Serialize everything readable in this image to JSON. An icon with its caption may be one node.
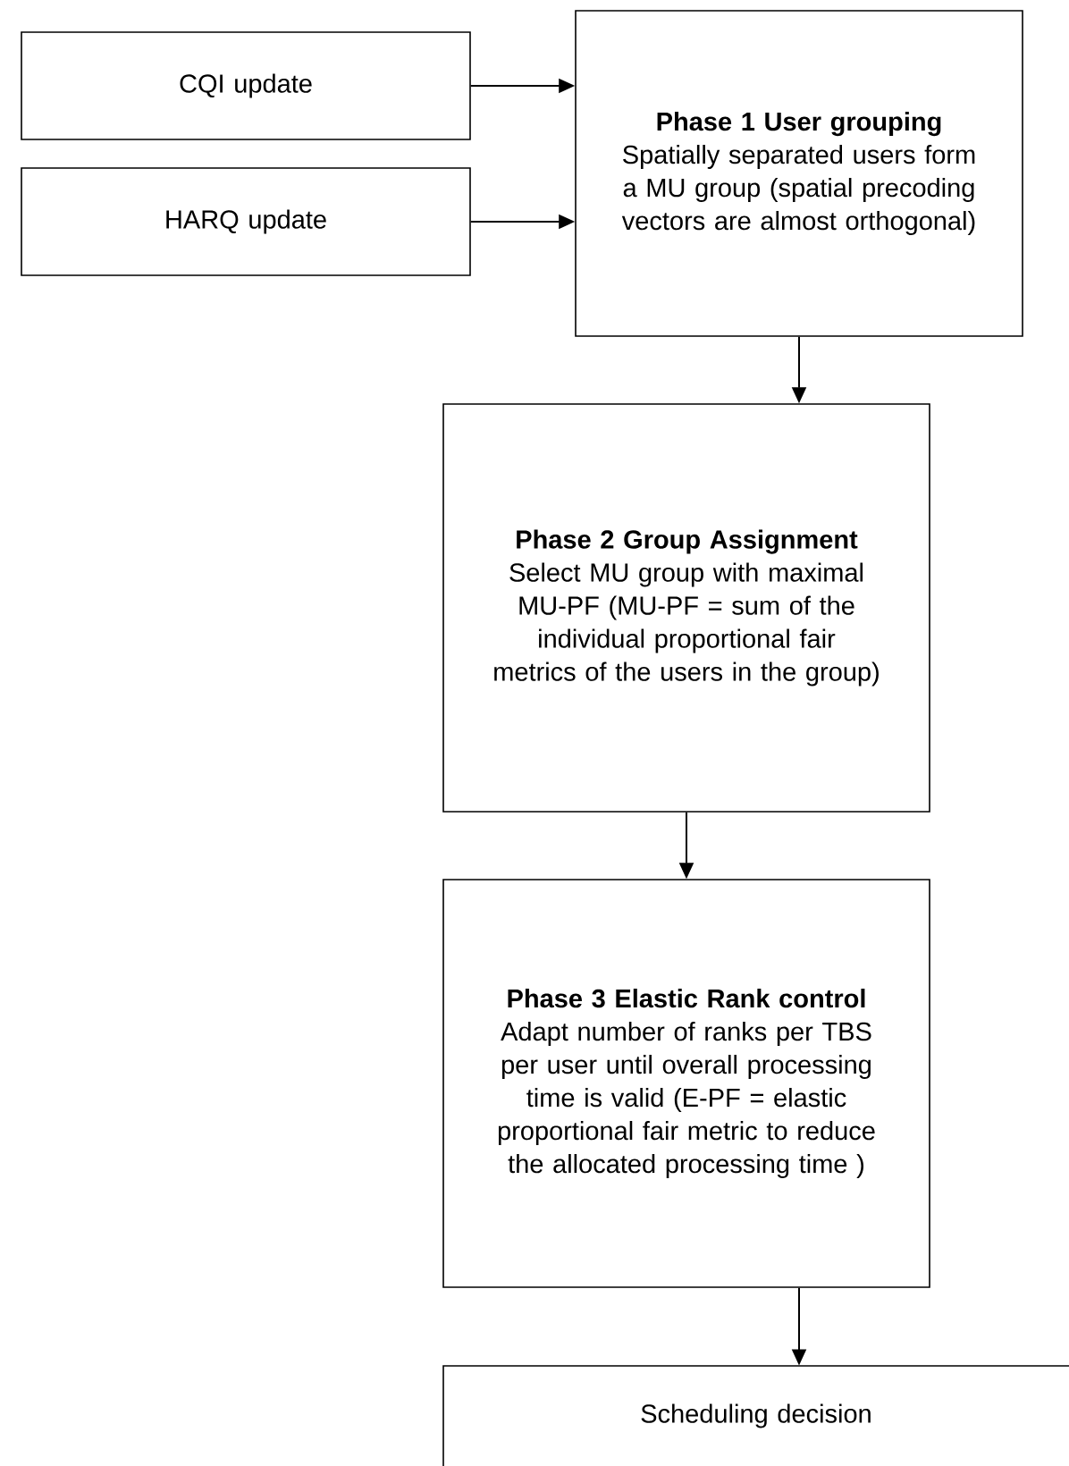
{
  "diagram": {
    "nodes": [
      {
        "text": [
          "CQI update"
        ]
      },
      {
        "text": [
          "HARQ update"
        ]
      },
      {
        "text": [
          "Phase 1 User grouping",
          "Spatially separated users form a MU group (spatial precoding vectors are almost orthogonal)"
        ]
      },
      {
        "text": [
          "Phase 2 Group Assignment",
          "Select MU group with maximal MU-PF (MU-PF = sum of the individual proportional fair metrics of the users in the group)"
        ]
      },
      {
        "text": [
          "Phase 3 Elastic Rank control",
          "Adapt number of ranks per TBS per user until overall processing time is valid (E-PF = elastic proportional fair metric to reduce the allocated processing time )"
        ]
      },
      {
        "text": [
          "Scheduling decision"
        ]
      }
    ],
    "edges": [
      {
        "from": 0,
        "to": 2,
        "arrow": "to"
      },
      {
        "from": 1,
        "to": 2,
        "arrow": "to"
      },
      {
        "from": 2,
        "to": 3,
        "arrow": "to"
      },
      {
        "from": 3,
        "to": 4,
        "arrow": "to"
      },
      {
        "from": 4,
        "to": 5,
        "arrow": "to"
      }
    ]
  }
}
